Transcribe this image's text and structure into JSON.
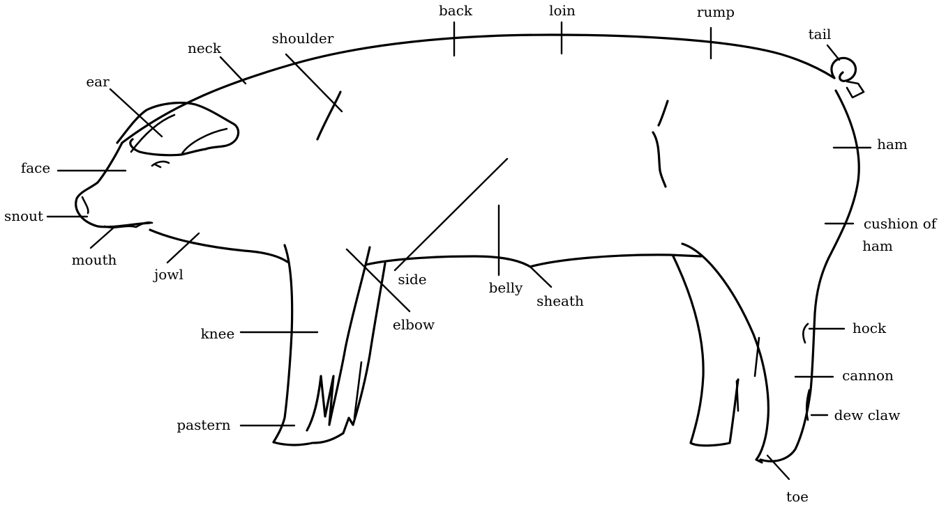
{
  "labels": {
    "back": "back",
    "loin": "loin",
    "rump": "rump",
    "tail": "tail",
    "neck": "neck",
    "shoulder": "shoulder",
    "ear": "ear",
    "face": "face",
    "snout": "snout",
    "mouth": "mouth",
    "jowl": "jowl",
    "side": "side",
    "belly": "belly",
    "sheath": "sheath",
    "elbow": "elbow",
    "knee": "knee",
    "pastern": "pastern",
    "ham": "ham",
    "cushion_1": "cushion of",
    "cushion_2": "ham",
    "hock": "hock",
    "cannon": "cannon",
    "dew_claw": "dew claw",
    "toe": "toe"
  }
}
